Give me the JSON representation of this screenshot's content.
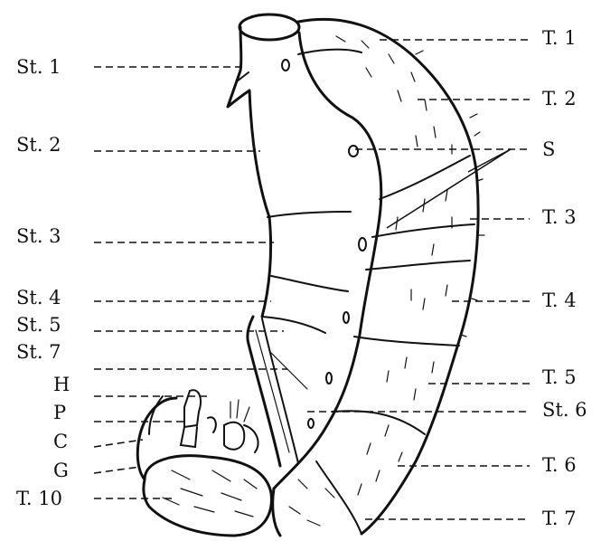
{
  "labels_left": [
    {
      "id": "st1",
      "text": "St. 1"
    },
    {
      "id": "st2",
      "text": "St. 2"
    },
    {
      "id": "st3",
      "text": "St. 3"
    },
    {
      "id": "st4",
      "text": "St. 4"
    },
    {
      "id": "st5",
      "text": "St. 5"
    },
    {
      "id": "st7",
      "text": "St. 7"
    },
    {
      "id": "h",
      "text": "H"
    },
    {
      "id": "p",
      "text": "P"
    },
    {
      "id": "c",
      "text": "C"
    },
    {
      "id": "g",
      "text": "G"
    },
    {
      "id": "t10",
      "text": "T. 10"
    }
  ],
  "labels_right": [
    {
      "id": "t1",
      "text": "T. 1"
    },
    {
      "id": "t2",
      "text": "T. 2"
    },
    {
      "id": "s",
      "text": "S"
    },
    {
      "id": "t3",
      "text": "T. 3"
    },
    {
      "id": "t4",
      "text": "T. 4"
    },
    {
      "id": "t5",
      "text": "T. 5"
    },
    {
      "id": "st6",
      "text": "St. 6"
    },
    {
      "id": "t6",
      "text": "T. 6"
    },
    {
      "id": "t7",
      "text": "T. 7"
    }
  ]
}
